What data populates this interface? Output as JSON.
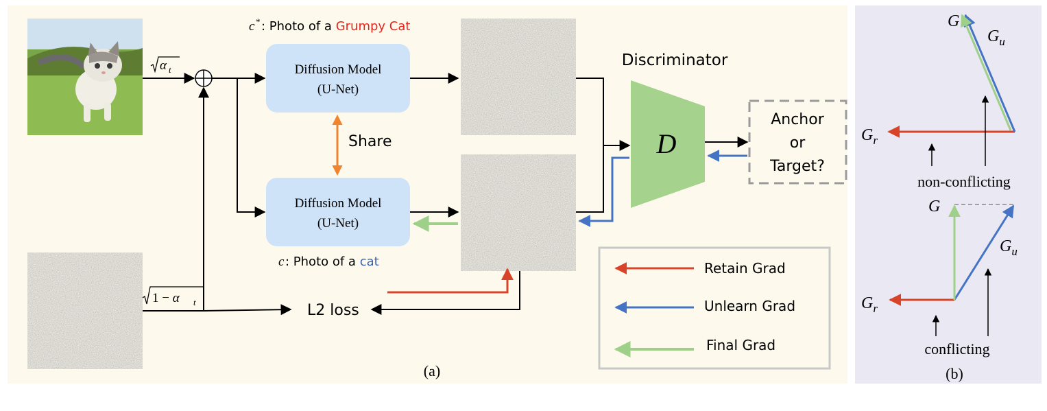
{
  "panel_a": {
    "caption": "(a)",
    "prompt_anchor": {
      "prefix": "Photo of a ",
      "highlight": "Grumpy Cat",
      "highlight_color": "#e8231b"
    },
    "prompt_target": {
      "prefix": "Photo of a ",
      "highlight": "cat",
      "highlight_color": "#3a62b0"
    },
    "model_line1": "Diffusion Model",
    "model_line2": "(U-Net)",
    "share_label": "Share",
    "discriminator_title": "Discriminator",
    "discriminator_symbol": "D",
    "anchor_box": [
      "Anchor",
      "or",
      "Target?"
    ],
    "l2_label": "L2 loss",
    "legend": [
      {
        "label": "Retain Grad",
        "color": "#d8442a"
      },
      {
        "label": "Unlearn Grad",
        "color": "#4574c4"
      },
      {
        "label": "Final Grad",
        "color": "#9fd08a"
      }
    ]
  },
  "panel_b": {
    "caption": "(b)",
    "top_label": "non-conflicting",
    "bottom_label": "conflicting",
    "g_main": "G",
    "g_r_sub": "r",
    "g_u_sub": "u"
  },
  "colors": {
    "panel_a_bg": "#fdfaed",
    "panel_b_bg": "#eae8f2",
    "model_box": "#cfe3f8",
    "discriminator": "#a5d38e",
    "share_arrow": "#f0852e",
    "retain": "#d8442a",
    "unlearn": "#4574c4",
    "final": "#9fd08a"
  }
}
